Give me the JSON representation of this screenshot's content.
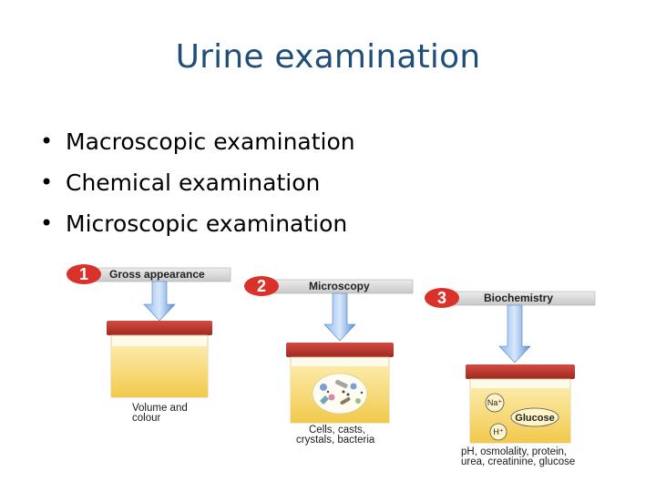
{
  "slide": {
    "title": "Urine examination",
    "bullets": [
      "Macroscopic examination",
      "Chemical examination",
      "Microscopic examination"
    ]
  },
  "figure": {
    "steps": [
      {
        "number": "1",
        "label": "Gross appearance",
        "caption_lines": [
          "Volume and",
          "colour"
        ]
      },
      {
        "number": "2",
        "label": "Microscopy",
        "caption_lines": [
          "Cells, casts,",
          "crystals, bacteria"
        ]
      },
      {
        "number": "3",
        "label": "Biochemistry",
        "caption_lines": [
          "pH, osmolality, protein,",
          "urea, creatinine, glucose"
        ],
        "ions": [
          "Na⁺",
          "H⁺"
        ],
        "analyte": "Glucose"
      }
    ]
  },
  "colors": {
    "title": "#1f4e79",
    "step_badge": "#d9322a",
    "step_bar": "#d6d6d6",
    "arrow": "#5b8fd6",
    "lid": "#b8322c",
    "urine": "#f5d774"
  }
}
